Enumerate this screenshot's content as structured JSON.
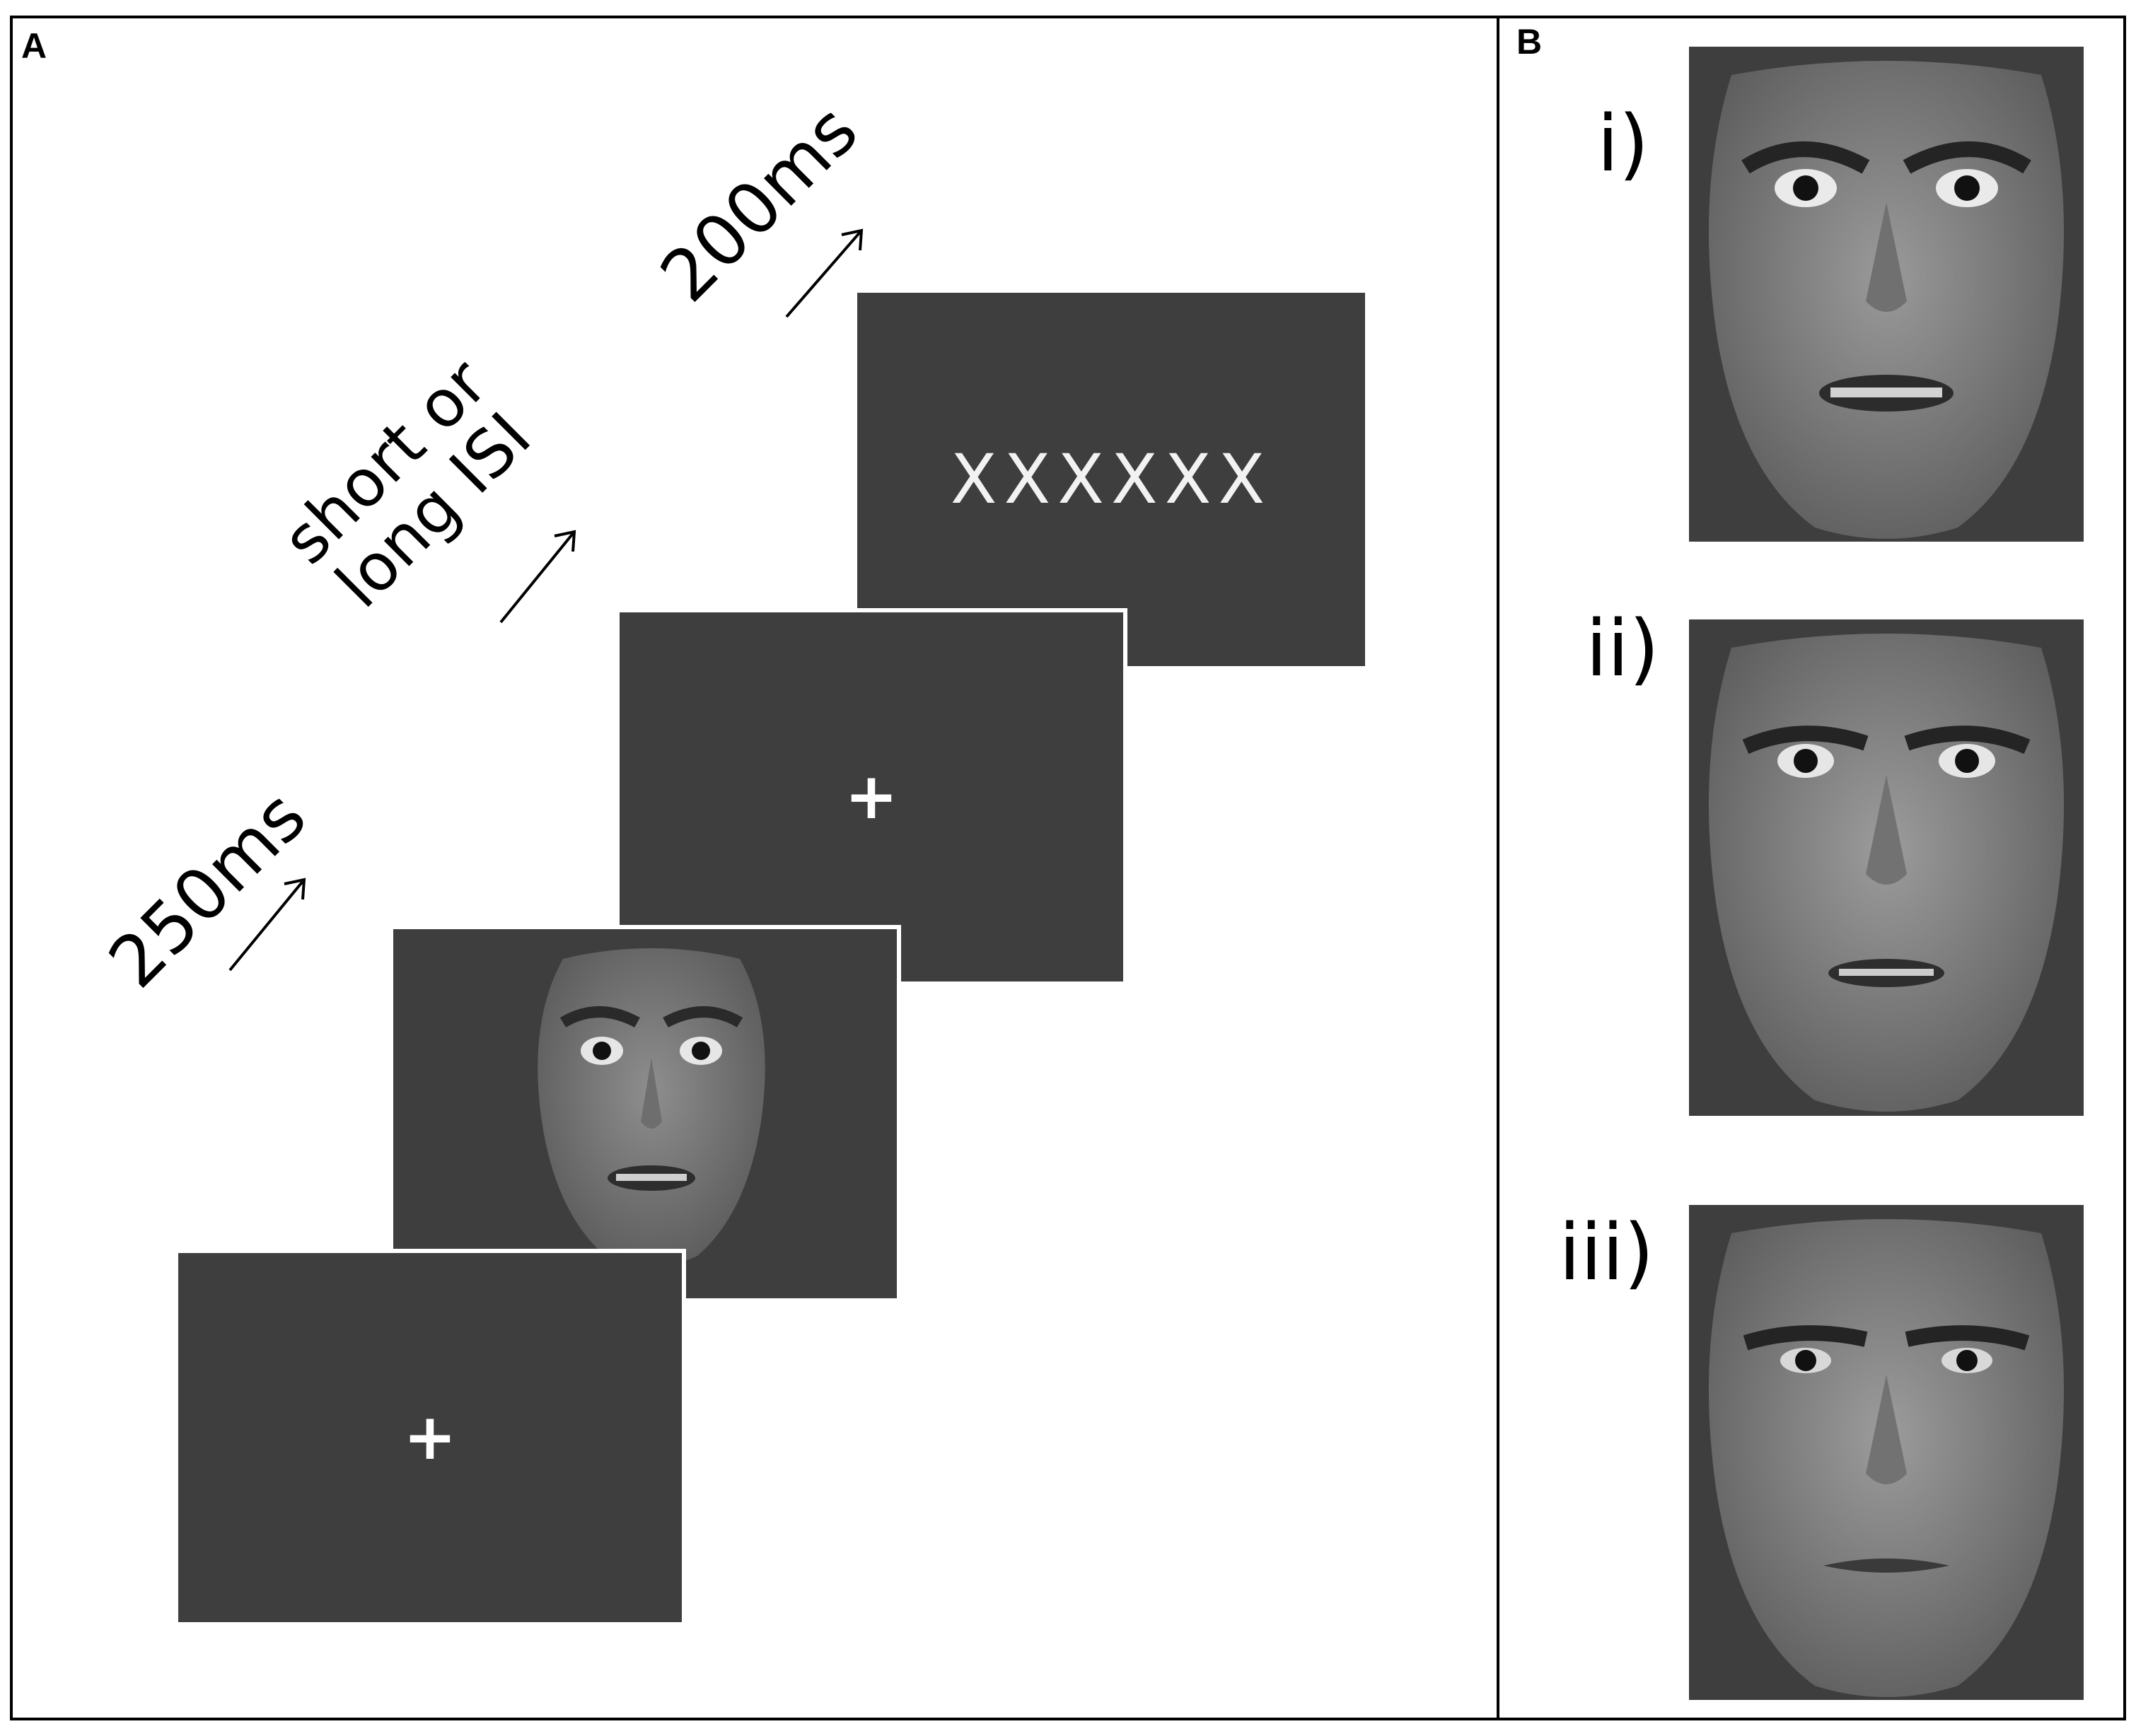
{
  "panels": {
    "a_letter": "A",
    "b_letter": "B"
  },
  "sequence": {
    "duration_1": "250ms",
    "duration_2_line1": "short or",
    "duration_2_line2": "long ISI",
    "duration_3": "200ms",
    "fixation_symbol": "+",
    "mask_text": "XXXXXX"
  },
  "faces": {
    "label_1": "i)",
    "label_2": "ii)",
    "label_3": "iii)"
  }
}
